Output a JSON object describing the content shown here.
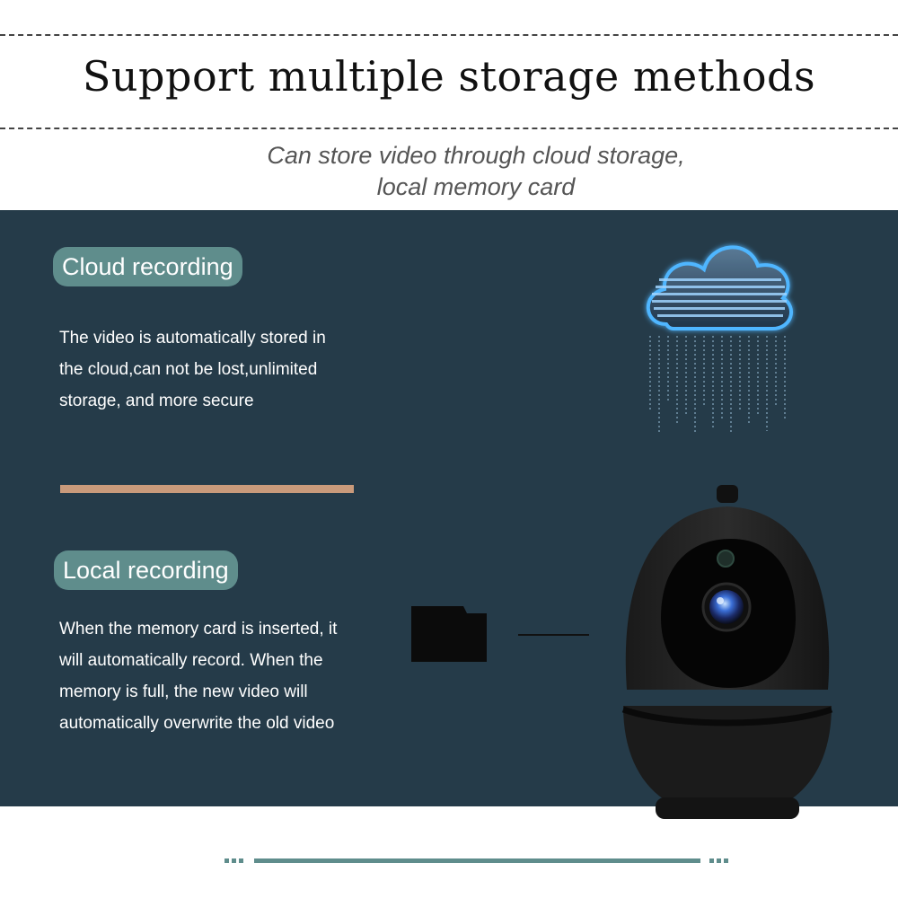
{
  "header": {
    "title": "Support multiple storage methods",
    "subtitle_lines": [
      "Can store video through cloud storage,",
      "local memory card"
    ]
  },
  "cloud": {
    "label": "Cloud recording",
    "lines": [
      "The video is automatically stored in",
      "the cloud,can not be lost,unlimited",
      "storage, and more secure"
    ],
    "icon": "cloud-data-icon"
  },
  "local": {
    "label": "Local recording",
    "lines": [
      "When the memory card is inserted, it",
      "will automatically record. When the",
      "memory is full, the new video will",
      "automatically overwrite the old video"
    ],
    "icon": "memory-card-icon"
  },
  "product": {
    "icon": "security-camera-icon"
  },
  "colors": {
    "panel": "#253b49",
    "pill": "#5f8d8c",
    "divider": "#c99a7b",
    "cloud_glow": "#4fb6ff"
  }
}
